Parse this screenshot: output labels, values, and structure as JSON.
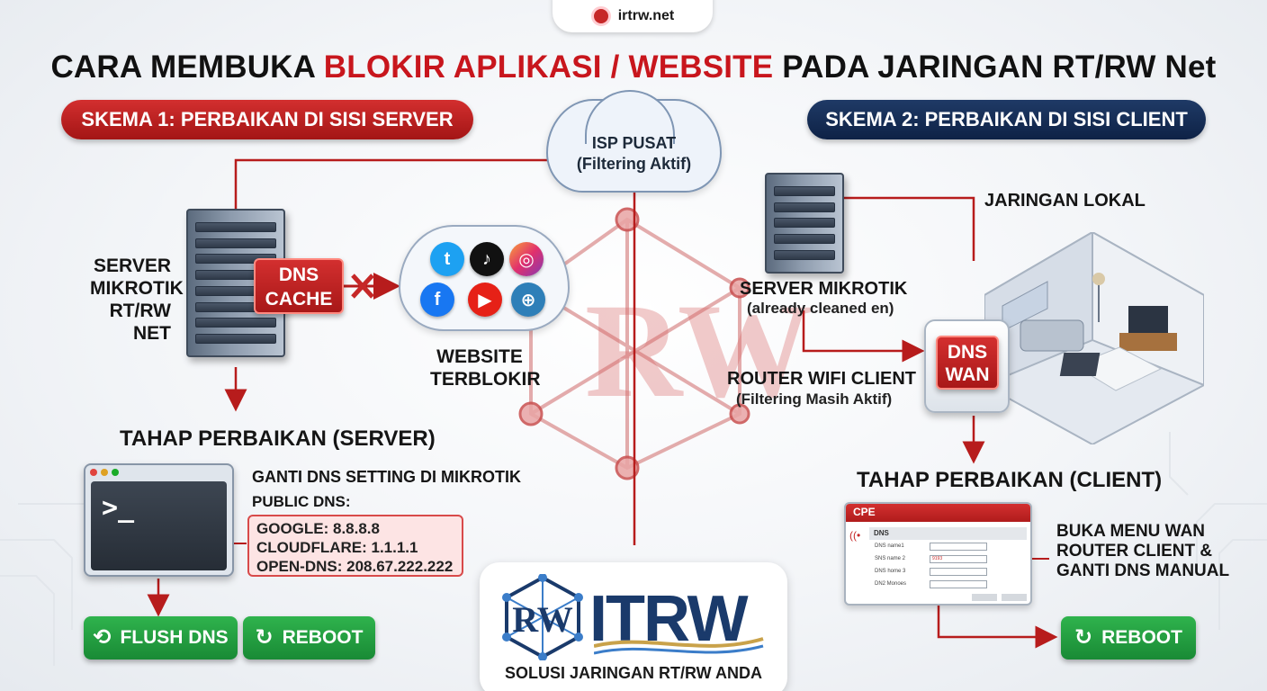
{
  "brand": {
    "site": "irtrw.net"
  },
  "title": {
    "part1": "CARA MEMBUKA ",
    "highlight": "BLOKIR APLIKASI / WEBSITE",
    "part2": " PADA JARINGAN RT/RW Net"
  },
  "schemes": {
    "server": "SKEMA 1: PERBAIKAN DI SISI SERVER",
    "client": "SKEMA 2: PERBAIKAN DI SISI CLIENT"
  },
  "isp": {
    "line1": "ISP PUSAT",
    "line2": "(Filtering Aktif)"
  },
  "server_side": {
    "server_label": [
      "SERVER",
      "MIKROTIK",
      "RT/RW NET"
    ],
    "dns_cache": [
      "DNS",
      "CACHE"
    ],
    "blocked_label": [
      "WEBSITE",
      "TERBLOKIR"
    ],
    "social_icons": [
      "twitter-icon",
      "tiktok-icon",
      "instagram-icon",
      "facebook-icon",
      "youtube-icon",
      "globe-icon"
    ],
    "stage_title": "TAHAP PERBAIKAN (SERVER)",
    "instruction": "GANTI DNS SETTING DI MIKROTIK",
    "public_dns_label": "PUBLIC DNS:",
    "dns_entries": [
      "GOOGLE: 8.8.8.8",
      "CLOUDFLARE: 1.1.1.1",
      "OPEN-DNS: 208.67.222.222"
    ],
    "terminal_prompt": ">_",
    "buttons": {
      "flush": "FLUSH DNS",
      "reboot": "REBOOT"
    }
  },
  "client_side": {
    "local_network": "JARINGAN LOKAL",
    "server_label": "SERVER MIKROTIK",
    "server_note": "(already cleaned en)",
    "router_dns": [
      "DNS",
      "WAN"
    ],
    "router_label": "ROUTER WIFI CLIENT",
    "router_note": "(Filtering Masih Aktif)",
    "stage_title": "TAHAP PERBAIKAN (CLIENT)",
    "cpe": {
      "title": "CPE",
      "section": "DNS",
      "rows": [
        "DNS name1",
        "SNS name 2",
        "DNS home 3",
        "DN2 Monoes"
      ],
      "highlight_value": "9193"
    },
    "instruction": [
      "BUKA MENU WAN",
      "ROUTER CLIENT &",
      "GANTI DNS MANUAL"
    ],
    "reboot": "REBOOT"
  },
  "logo": {
    "mark": "RW",
    "wordmark": "ITRW",
    "tagline": "SOLUSI JARINGAN RT/RW ANDA"
  },
  "colors": {
    "accent_red": "#c8161d",
    "navy": "#0e2246",
    "green": "#1f9a3c"
  }
}
